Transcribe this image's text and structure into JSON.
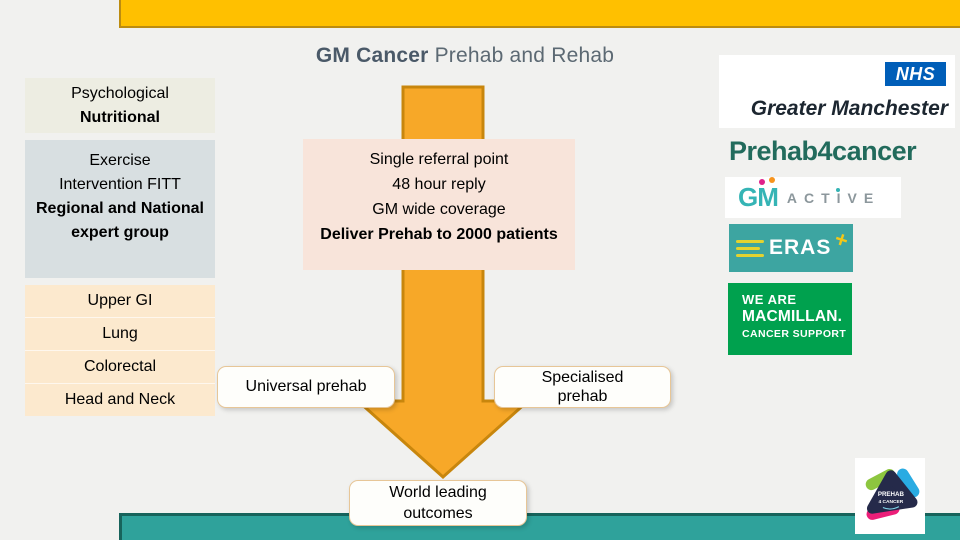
{
  "title": {
    "bold": "GM Cancer",
    "rest": " Prehab and Rehab"
  },
  "left": {
    "psych": {
      "line1": "Psychological",
      "line2": "Nutritional"
    },
    "exercise": {
      "line1": "Exercise",
      "line2": "Intervention FITT",
      "bold": "Regional and National expert group"
    },
    "cancer_types": [
      "Upper GI",
      "Lung",
      "Colorectal",
      "Head and Neck"
    ]
  },
  "center": {
    "referral": {
      "line1": "Single referral point",
      "line2": "48 hour reply",
      "line3": "GM wide coverage",
      "bold": "Deliver Prehab to 2000 patients"
    },
    "universal_label": "Universal prehab",
    "specialised_line1": "Specialised",
    "specialised_line2": "prehab",
    "outcomes_line1": "World leading",
    "outcomes_line2": "outcomes"
  },
  "logos": {
    "nhs": {
      "acronym": "NHS",
      "region": "Greater Manchester"
    },
    "prehab4cancer": "Prehab4cancer",
    "gm_active": {
      "gm": "GM",
      "active": "ACTIVE"
    },
    "eras": {
      "name": "ERAS",
      "plus": "+"
    },
    "macmillan": {
      "line1": "WE ARE",
      "line2": "MACMILLAN.",
      "line3": "CANCER SUPPORT"
    },
    "badge": {
      "line1": "PREHAB",
      "line2": "4 CANCER"
    }
  },
  "colors": {
    "top_bar": "#FFC000",
    "arrow_fill": "#F7A828",
    "arrow_border": "#C8860D",
    "bottom_bar": "#2FA29B",
    "nhs_blue": "#005EB8",
    "macmillan_green": "#00A14E",
    "eras_teal": "#3DA5A1",
    "prehab4cancer_text": "#226B5C",
    "referral_box": "#F8E4DA",
    "psych_box": "#EDEDE2",
    "exercise_box": "#D8DFE1",
    "cancer_box": "#FCE9CE"
  }
}
